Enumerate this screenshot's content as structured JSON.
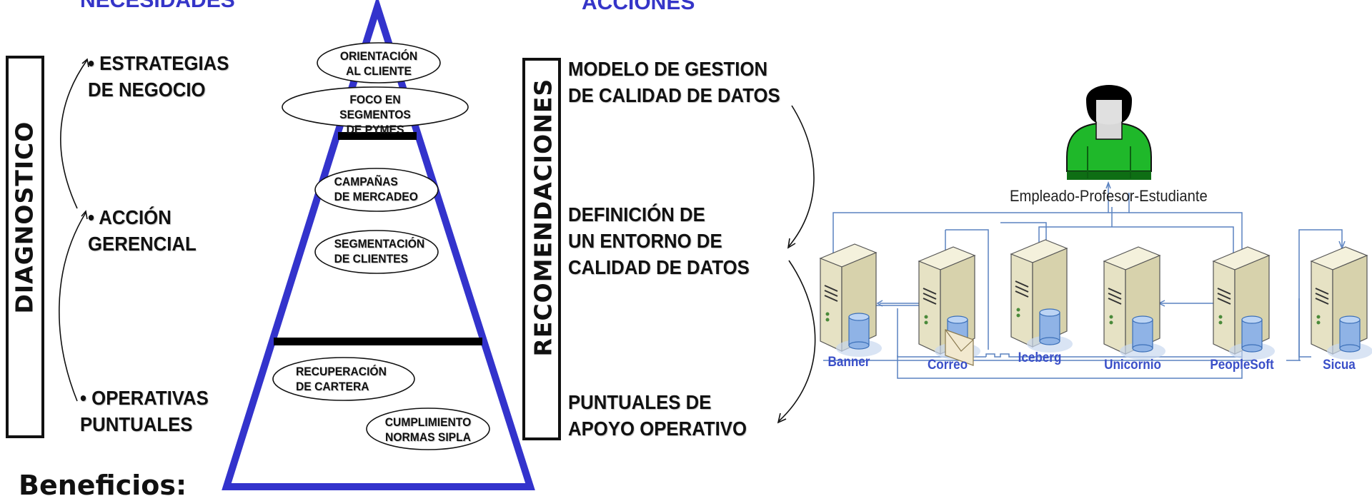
{
  "headers": {
    "left": "NECESIDADES",
    "center": "ACCIONES"
  },
  "diagnostico": {
    "title": "DIAGNOSTICO",
    "items": [
      "• ESTRATEGIAS\nDE NEGOCIO",
      "• ACCIÓN\nGERENCIAL",
      "• OPERATIVAS\nPUNTUALES"
    ]
  },
  "pyramid": {
    "ellipses": [
      "ORIENTACIÓN\nAL CLIENTE",
      "FOCO EN SEGMENTOS\nDE PYMES",
      "CAMPAÑAS\nDE MERCADEO",
      "SEGMENTACIÓN\nDE CLIENTES",
      "RECUPERACIÓN\nDE CARTERA",
      "CUMPLIMIENTO\nNORMAS SIPLA"
    ],
    "color": "#3333cc"
  },
  "recomendaciones": {
    "title": "RECOMENDACIONES",
    "items": [
      "MODELO DE GESTION\nDE CALIDAD DE DATOS",
      "DEFINICIÓN DE\nUN ENTORNO DE\nCALIDAD DE DATOS",
      "PUNTUALES DE\nAPOYO OPERATIVO"
    ]
  },
  "network": {
    "user_label": "Empleado-Profesor-Estudiante",
    "user_color": "#1fb82a",
    "line_color": "#5a82c0",
    "servers": [
      "Banner",
      "Correo",
      "Iceberg",
      "Unicornio",
      "PeopleSoft",
      "Sicua"
    ]
  },
  "footer": {
    "beneficios": "Beneficios:"
  }
}
